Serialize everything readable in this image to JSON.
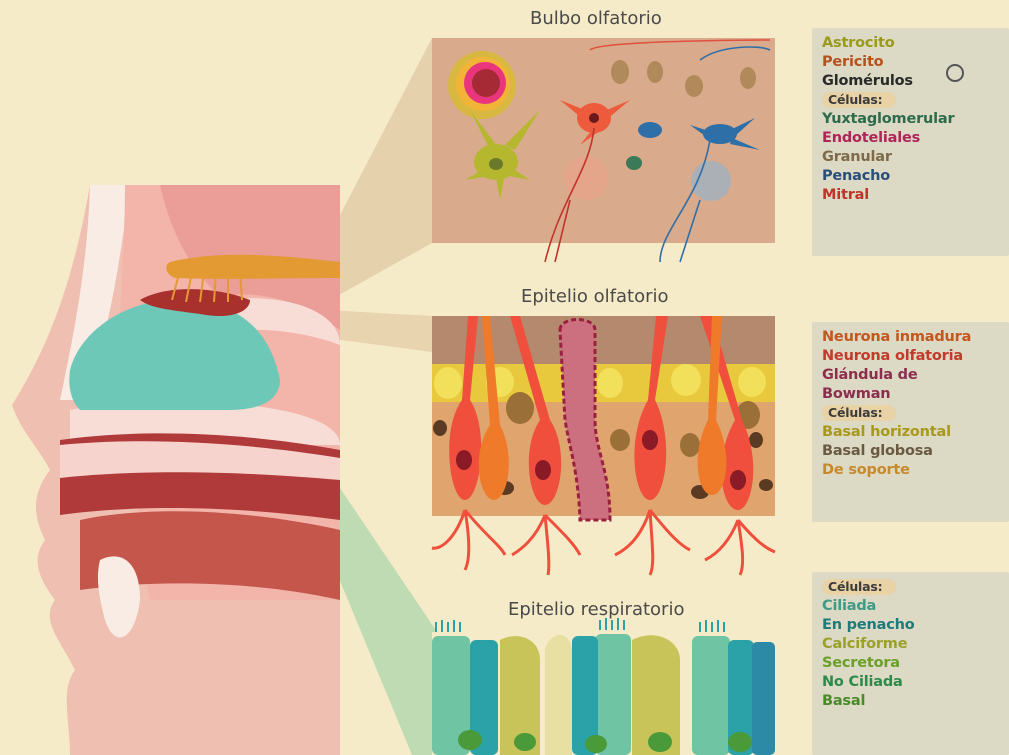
{
  "panels": {
    "bulb": {
      "title": "Bulbo olfatorio"
    },
    "olfactory": {
      "title": "Epitelio olfatorio"
    },
    "respiratory": {
      "title": "Epitelio respiratorio"
    }
  },
  "legends": {
    "bulb": {
      "items": [
        {
          "label": "Astrocito",
          "color": "#9a9a1c"
        },
        {
          "label": "Pericito",
          "color": "#b5511c"
        },
        {
          "label": "Glomérulos",
          "color": "#2a2a2a"
        },
        {
          "label": "Células:",
          "header": true
        },
        {
          "label": "Yuxtaglomerular",
          "color": "#2e6b4c"
        },
        {
          "label": "Endoteliales",
          "color": "#b0245a"
        },
        {
          "label": "Granular",
          "color": "#7e6a4a"
        },
        {
          "label": "Penacho",
          "color": "#2a4f7a"
        },
        {
          "label": "Mitral",
          "color": "#c0352a"
        }
      ]
    },
    "olfactory": {
      "items": [
        {
          "label": "Neurona inmadura",
          "color": "#c2571f"
        },
        {
          "label": "Neurona olfatoria",
          "color": "#c23a2a"
        },
        {
          "label": "Glándula de",
          "color": "#8c2e4e"
        },
        {
          "label": "Bowman",
          "color": "#8c2e4e"
        },
        {
          "label": "Células:",
          "header": true
        },
        {
          "label": "Basal horizontal",
          "color": "#a8981c"
        },
        {
          "label": "Basal globosa",
          "color": "#6a5a42"
        },
        {
          "label": "De soporte",
          "color": "#c8892a"
        }
      ]
    },
    "respiratory": {
      "items": [
        {
          "label": "Células:",
          "header": true
        },
        {
          "label": "Ciliada",
          "color": "#3f9a88"
        },
        {
          "label": "En penacho",
          "color": "#1f7a7a"
        },
        {
          "label": "Calciforme",
          "color": "#9aa02a"
        },
        {
          "label": "Secretora",
          "color": "#6aa02a"
        },
        {
          "label": "No Ciliada",
          "color": "#2e8a4a"
        },
        {
          "label": "Basal",
          "color": "#4a8a2a"
        }
      ]
    }
  }
}
